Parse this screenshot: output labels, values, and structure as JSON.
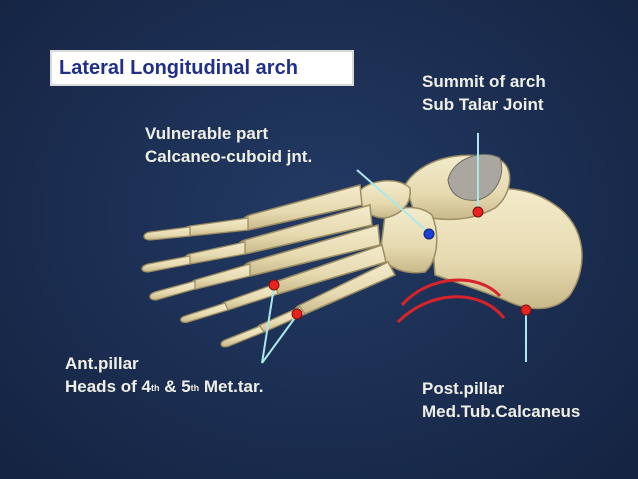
{
  "title": "Lateral Longitudinal arch",
  "labels": {
    "summit": {
      "line1": "Summit of arch",
      "line2": "Sub Talar Joint"
    },
    "vulnerable": {
      "line1": "Vulnerable part",
      "line2": "Calcaneo-cuboid jnt."
    },
    "ant_pillar": {
      "line1": "Ant.pillar",
      "line2_a": "Heads of 4",
      "sup1": "th",
      "line2_b": " & 5",
      "sup2": "th",
      "line2_c": " Met.tar."
    },
    "post_pillar": {
      "line1": "Post.pillar",
      "line2": "Med.Tub.Calcaneus"
    }
  },
  "colors": {
    "background": "#1c2f52",
    "title_text": "#1f2f8a",
    "label_text": "#f0efe6",
    "pointer_line": "#a9e9ea",
    "marker_red": "#e8231e",
    "marker_blue": "#1d3fd6",
    "arch_arc": "#d8232a",
    "bone": "#e9dfb8"
  }
}
